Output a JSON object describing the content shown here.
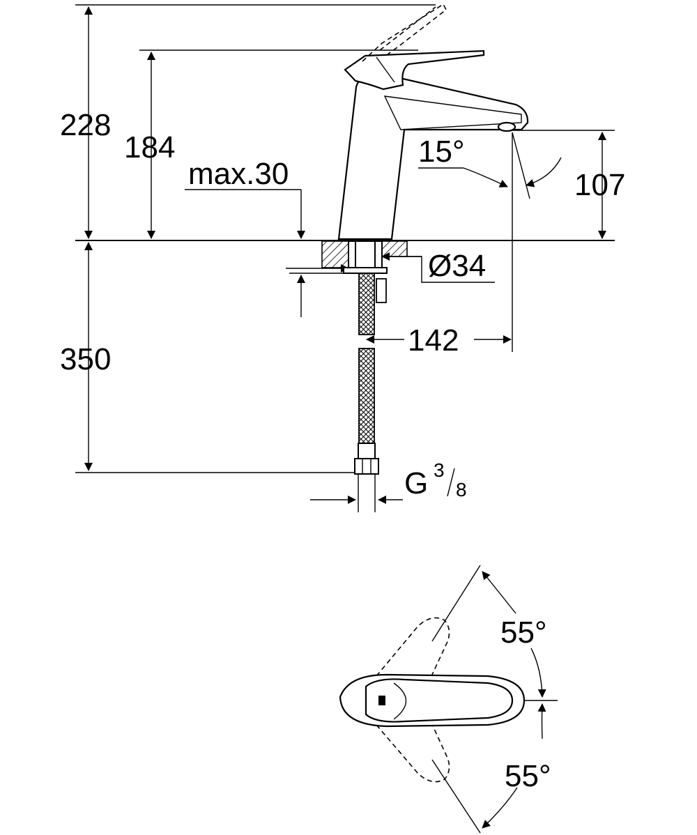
{
  "dimensions": {
    "total_height": "228",
    "spout_height": "184",
    "max_thickness": "max.30",
    "spray_angle": "15°",
    "outlet_height": "107",
    "hole_diameter": "Ø34",
    "projection": "142",
    "hose_length": "350",
    "thread_prefix": "G",
    "thread_num": "3",
    "thread_den": "8"
  },
  "plan_view": {
    "angle_upper": "55°",
    "angle_lower": "55°"
  },
  "colors": {
    "line": "#000000",
    "background": "#ffffff"
  }
}
